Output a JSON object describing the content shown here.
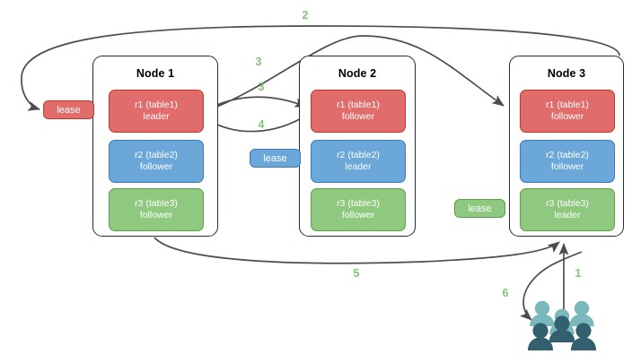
{
  "diagram": {
    "title": "Raft lease / replica routing diagram",
    "colors": {
      "red_fill": "#e06c6c",
      "red_border": "#c0392b",
      "blue_fill": "#6ba7d8",
      "blue_border": "#3a7ab5",
      "green_fill": "#8fc97f",
      "green_border": "#5c9e4d",
      "node_border": "#1c2e4f",
      "arrow": "#4d4d4d",
      "label": "#82c477",
      "people_light": "#7bb8bc",
      "people_dark": "#33606e"
    }
  },
  "nodes": [
    {
      "id": "node1",
      "title": "Node 1",
      "replicas": [
        {
          "id": "n1r1",
          "line1": "r1 (table1)",
          "line2": "leader",
          "color": "red"
        },
        {
          "id": "n1r2",
          "line1": "r2 (table2)",
          "line2": "follower",
          "color": "blue"
        },
        {
          "id": "n1r3",
          "line1": "r3 (table3)",
          "line2": "follower",
          "color": "green"
        }
      ]
    },
    {
      "id": "node2",
      "title": "Node 2",
      "replicas": [
        {
          "id": "n2r1",
          "line1": "r1 (table1)",
          "line2": "follower",
          "color": "red"
        },
        {
          "id": "n2r2",
          "line1": "r2 (table2)",
          "line2": "leader",
          "color": "blue"
        },
        {
          "id": "n2r3",
          "line1": "r3 (table3)",
          "line2": "follower",
          "color": "green"
        }
      ]
    },
    {
      "id": "node3",
      "title": "Node 3",
      "replicas": [
        {
          "id": "n3r1",
          "line1": "r1 (table1)",
          "line2": "follower",
          "color": "red"
        },
        {
          "id": "n3r2",
          "line1": "r2 (table2)",
          "line2": "follower",
          "color": "blue"
        },
        {
          "id": "n3r3",
          "line1": "r3 (table3)",
          "line2": "leader",
          "color": "green"
        }
      ]
    }
  ],
  "leases": [
    {
      "id": "lease-red",
      "label": "lease",
      "color": "red"
    },
    {
      "id": "lease-blue",
      "label": "lease",
      "color": "blue"
    },
    {
      "id": "lease-green",
      "label": "lease",
      "color": "green"
    }
  ],
  "edge_labels": [
    {
      "id": "label-1",
      "text": "1"
    },
    {
      "id": "label-2",
      "text": "2"
    },
    {
      "id": "label-3a",
      "text": "3"
    },
    {
      "id": "label-3b",
      "text": "3"
    },
    {
      "id": "label-4",
      "text": "4"
    },
    {
      "id": "label-5",
      "text": "5"
    },
    {
      "id": "label-6",
      "text": "6"
    }
  ],
  "actors": {
    "people_icon": "people-group-icon"
  }
}
